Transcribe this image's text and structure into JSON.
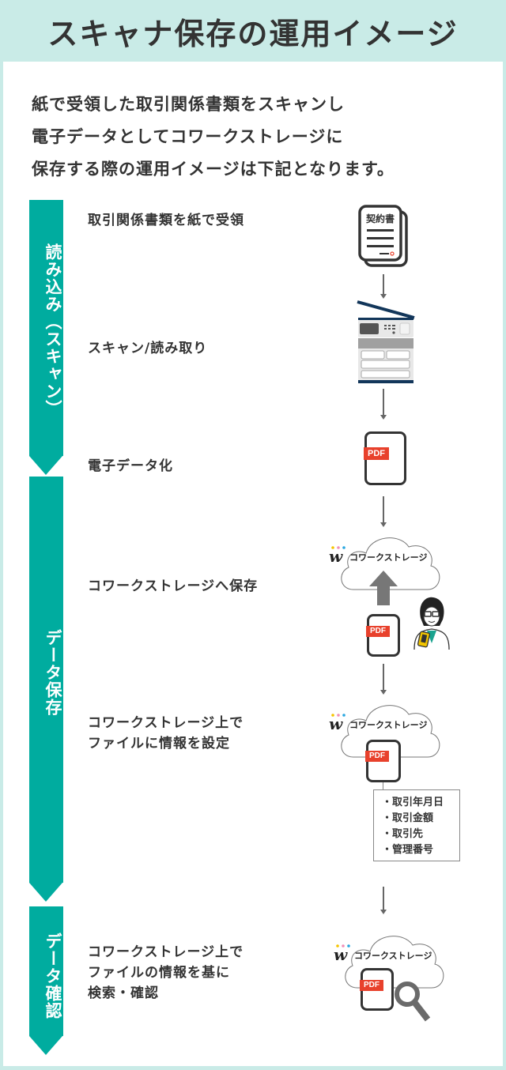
{
  "title": "スキャナ保存の運用イメージ",
  "intro": {
    "lines": [
      "紙で受領した取引関係書類をスキャンし",
      "電子データとしてコワークストレージに",
      "保存する際の運用イメージは下記となります。"
    ]
  },
  "phases": [
    {
      "label": "読み込み（スキャン）"
    },
    {
      "label": "データ保存"
    },
    {
      "label": "データ確認"
    }
  ],
  "steps": [
    {
      "label": "取引関係書類を紙で受領",
      "icon": "paper-contract-icon",
      "icon_text": "契約書"
    },
    {
      "label": "スキャン/読み取り",
      "icon": "scanner-multifunction-printer-icon"
    },
    {
      "label": "電子データ化",
      "icon": "pdf-file-icon"
    },
    {
      "label": "コワークストレージへ保存",
      "icon": "cloud-upload-icon"
    },
    {
      "lines": [
        "コワークストレージ上で",
        "ファイルに情報を設定"
      ],
      "icon": "cloud-pdf-metadata-icon"
    },
    {
      "lines": [
        "コワークストレージ上で",
        "ファイルの情報を基に",
        "検索・確認"
      ],
      "icon": "cloud-search-icon"
    }
  ],
  "pdf_label": "PDF",
  "brand": {
    "name": "コワークストレージ",
    "logo_letter": "w",
    "dot_colors": [
      "#f5c400",
      "#f08fb8",
      "#2aa7e0"
    ]
  },
  "metadata_fields": [
    "・取引年月日",
    "・取引金額",
    "・取引先",
    "・管理番号"
  ],
  "colors": {
    "accent": "#00ac9f",
    "background": "#c9ebe7",
    "pdf_tag": "#e8412c",
    "text": "#333333"
  }
}
